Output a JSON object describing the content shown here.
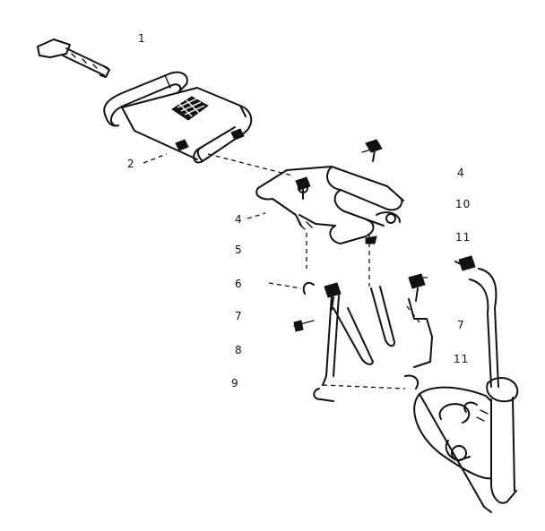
{
  "callouts": [
    "1",
    "2",
    "4",
    "5",
    "6",
    "7",
    "8",
    "9",
    "4",
    "10",
    "11",
    "7",
    "11"
  ]
}
